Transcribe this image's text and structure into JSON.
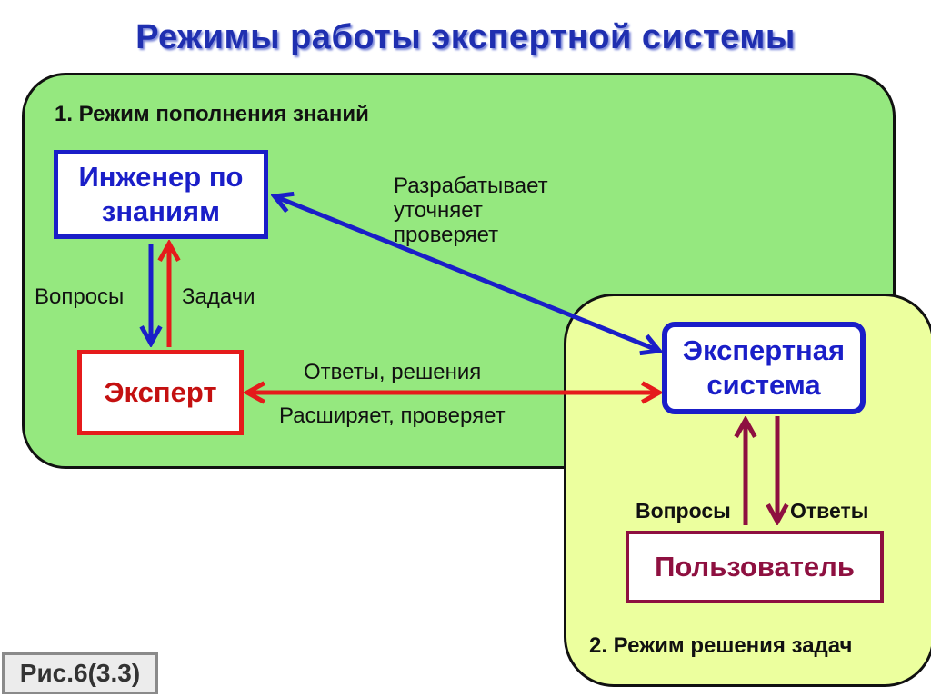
{
  "title": "Режимы работы экспертной системы",
  "regions": {
    "acquisition": "1. Режим пополнения знаний",
    "solving": "2. Режим решения задач"
  },
  "nodes": {
    "engineer": [
      "Инженер по",
      "знаниям"
    ],
    "expert": "Эксперт",
    "expert_system": [
      "Экспертная",
      "система"
    ],
    "user": "Пользователь"
  },
  "edges": {
    "engineer_es": [
      "Разрабатывает",
      "уточняет",
      "проверяет"
    ],
    "engineer_to_expert": "Вопросы",
    "expert_to_engineer": "Задачи",
    "expert_es_top": "Ответы, решения",
    "expert_es_bottom": "Расширяет, проверяет",
    "user_to_es": "Вопросы",
    "es_to_user": "Ответы"
  },
  "caption": "Рис.6(3.3)",
  "colors": {
    "title": "#1f2fb0",
    "acquisition_bg": "#95e87f",
    "solving_bg": "#ecff9e",
    "blue": "#1a1ec8",
    "red": "#e51b1b",
    "maroon": "#8e1040"
  }
}
